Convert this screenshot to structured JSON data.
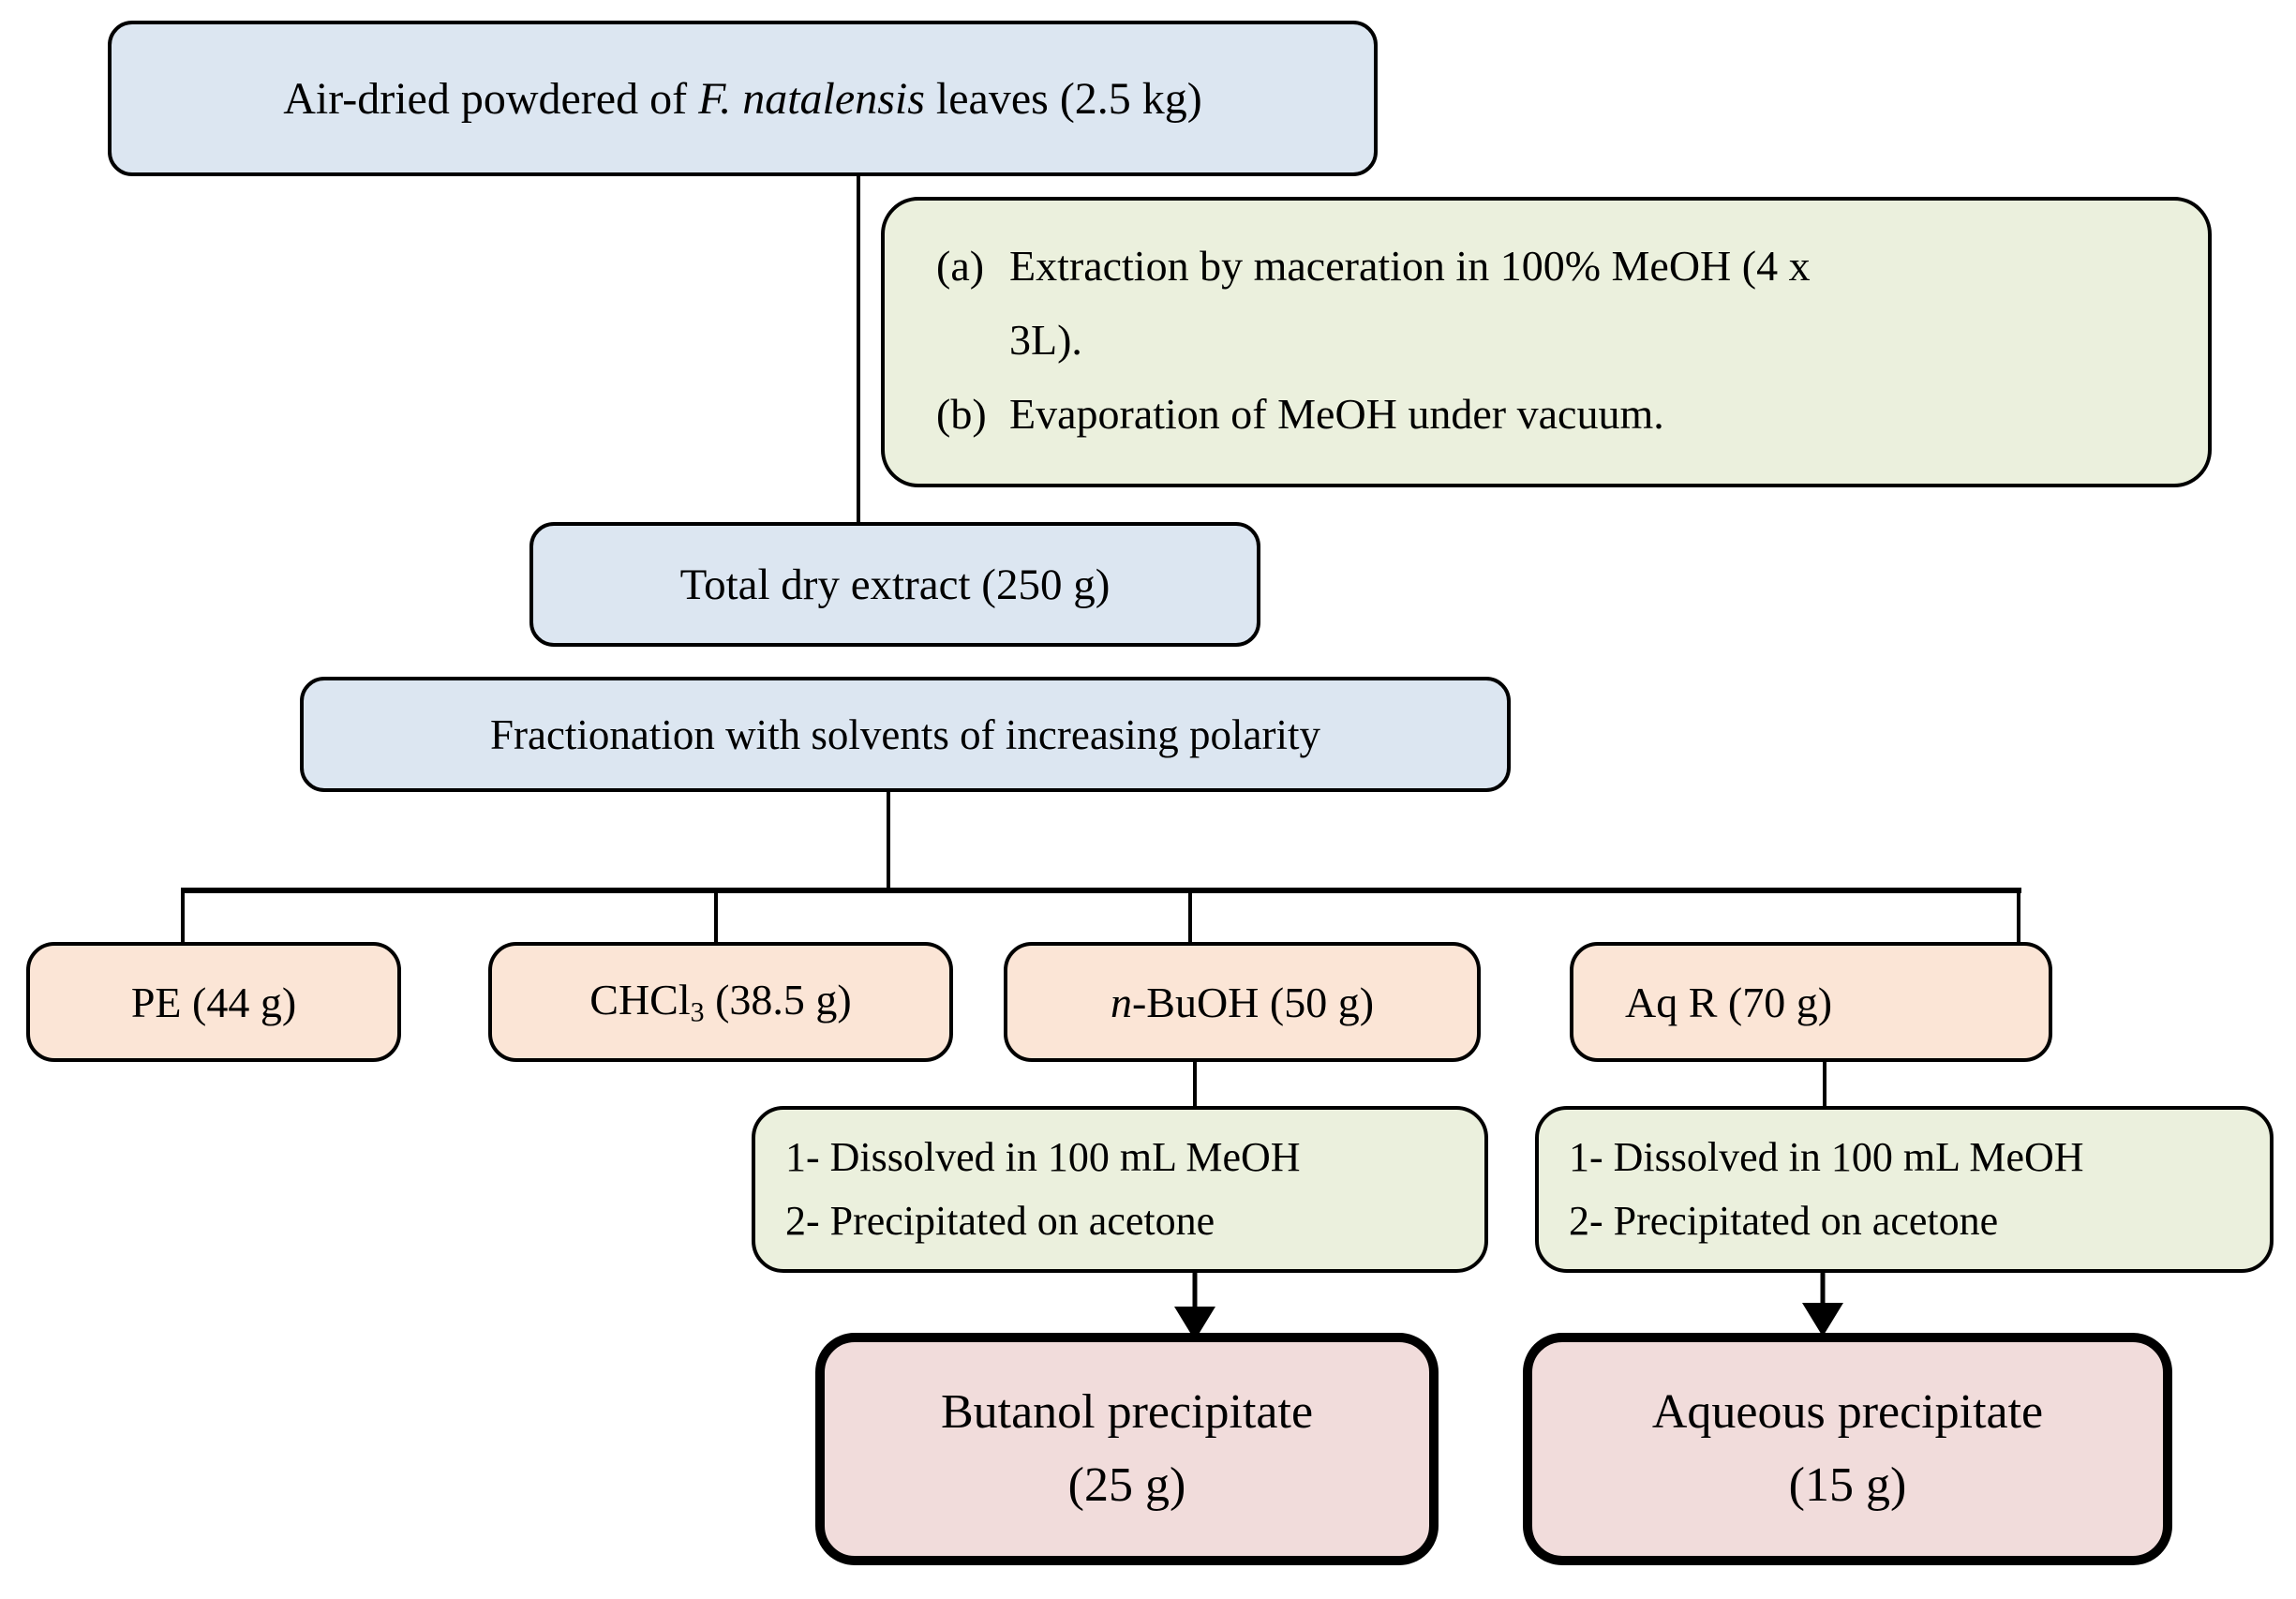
{
  "diagram": {
    "colors": {
      "node_blue": "#dce6f1",
      "node_green": "#ebf0dd",
      "node_orange": "#fbe5d6",
      "node_pink": "#f1dcdb",
      "line": "#000000"
    },
    "source": {
      "prefix": "Air-dried powdered of ",
      "species_italic": "F. natalensis",
      "suffix": " leaves (2.5 kg)"
    },
    "steps_box": {
      "a_label": "(a)",
      "a_text_line1": "Extraction by maceration in 100% MeOH (4 x",
      "a_text_line2": "3L).",
      "b_label": "(b)",
      "b_text": "Evaporation of MeOH under vacuum."
    },
    "total_extract": "Total dry extract (250 g)",
    "fractionation": "Fractionation with solvents of increasing polarity",
    "fractions": {
      "pe": "PE (44 g)",
      "chcl3": {
        "base": "CHCl",
        "subscript": "3",
        "rest": " (38.5 g)"
      },
      "nbuoh": {
        "italic": "n",
        "rest": "-BuOH (50 g)"
      },
      "aqr": "Aq R (70 g)"
    },
    "butanol_process": {
      "line1": "1- Dissolved in 100 mL MeOH",
      "line2": "2- Precipitated on acetone"
    },
    "aqueous_process": {
      "line1": "1- Dissolved in 100 mL MeOH",
      "line2": "2- Precipitated on acetone"
    },
    "butanol_precipitate": {
      "line1": "Butanol precipitate",
      "line2": "(25 g)"
    },
    "aqueous_precipitate": {
      "line1": "Aqueous precipitate",
      "line2": "(15 g)"
    }
  }
}
